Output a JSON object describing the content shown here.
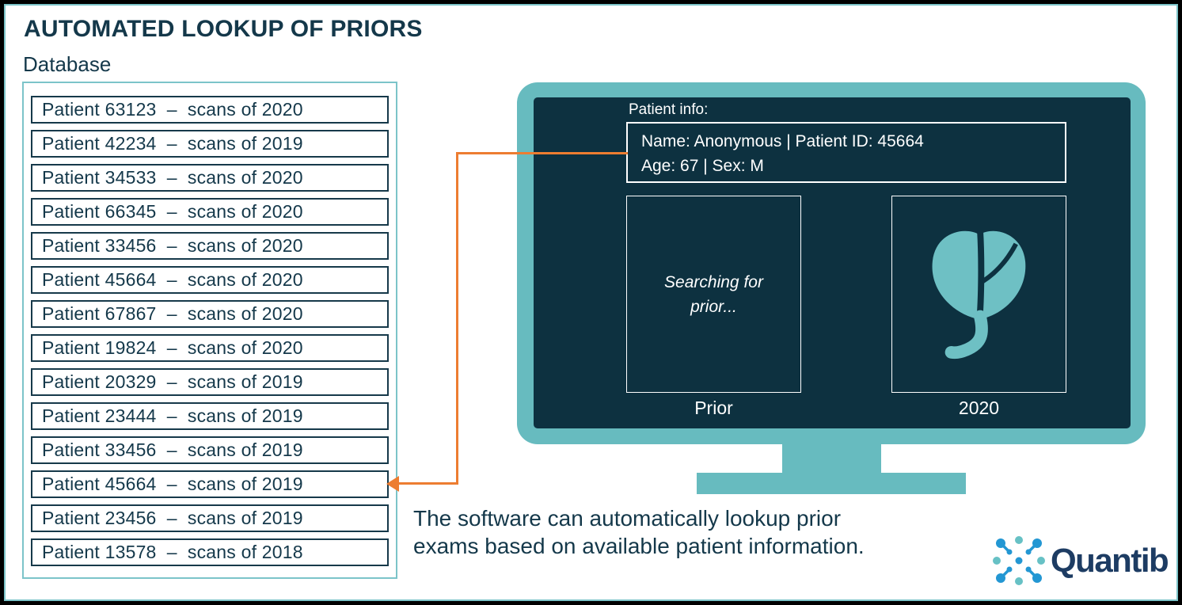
{
  "title": "AUTOMATED LOOKUP OF PRIORS",
  "database": {
    "label": "Database",
    "rows": [
      "Patient 63123  –  scans of 2020",
      "Patient 42234  –  scans of 2019",
      "Patient 34533  –  scans of 2020",
      "Patient 66345  –  scans of 2020",
      "Patient 33456  –  scans of 2020",
      "Patient 45664  –  scans of 2020",
      "Patient 67867  –  scans of 2020",
      "Patient 19824  –  scans of 2020",
      "Patient 20329  –  scans of 2019",
      "Patient 23444  –  scans of 2019",
      "Patient 33456  –  scans of 2019",
      "Patient 45664  –  scans of 2019",
      "Patient 23456  –  scans of 2019",
      "Patient 13578  –  scans of 2018"
    ],
    "arrow_target_row_index": 11
  },
  "monitor": {
    "patient_info_label": "Patient info:",
    "patient_info_line1": "Name: Anonymous | Patient ID: 45664",
    "patient_info_line2": "Age: 67 | Sex: M",
    "searching_text": "Searching for prior...",
    "prior_label": "Prior",
    "current_label": "2020"
  },
  "caption": {
    "line1": "The software can automatically lookup prior",
    "line2": "exams based on available patient information."
  },
  "logo": {
    "wordmark": "Quantib"
  },
  "icons": {
    "organ": "prostate-organ-icon",
    "logo_mark": "quantib-molecule-icon",
    "arrow": "lookup-arrow-icon"
  },
  "colors": {
    "ink": "#14384a",
    "row_border": "#16394a",
    "slide_border_teal": "#7cc4c9",
    "monitor_teal": "#67bbbf",
    "screen_navy": "#0d3140",
    "organ_teal": "#6ec0c4",
    "arrow_orange": "#ed7d31",
    "logo_blue": "#2397d3",
    "logo_teal": "#67c1c5",
    "logo_navy": "#1d3c63"
  }
}
